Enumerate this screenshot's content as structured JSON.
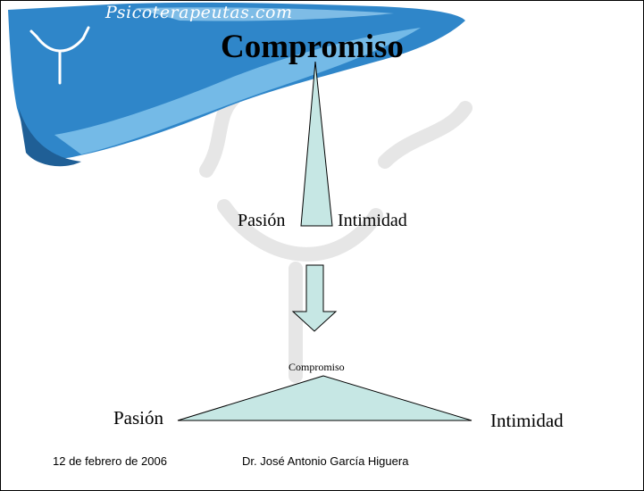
{
  "brand": {
    "text": "Psicoterapeutas.com"
  },
  "slide": {
    "title": "Compromiso"
  },
  "diagram_top": {
    "left_label": "Pasión",
    "right_label": "Intimidad"
  },
  "diagram_bottom": {
    "top_label": "Compromiso",
    "left_label": "Pasión",
    "right_label": "Intimidad"
  },
  "footer": {
    "date": "12 de febrero de 2006",
    "author": "Dr. José Antonio García Higuera"
  },
  "colors": {
    "shape_fill": "#c6e7e4",
    "banner_blue": "#3a8fcf",
    "watermark": "#e4e4e4"
  }
}
